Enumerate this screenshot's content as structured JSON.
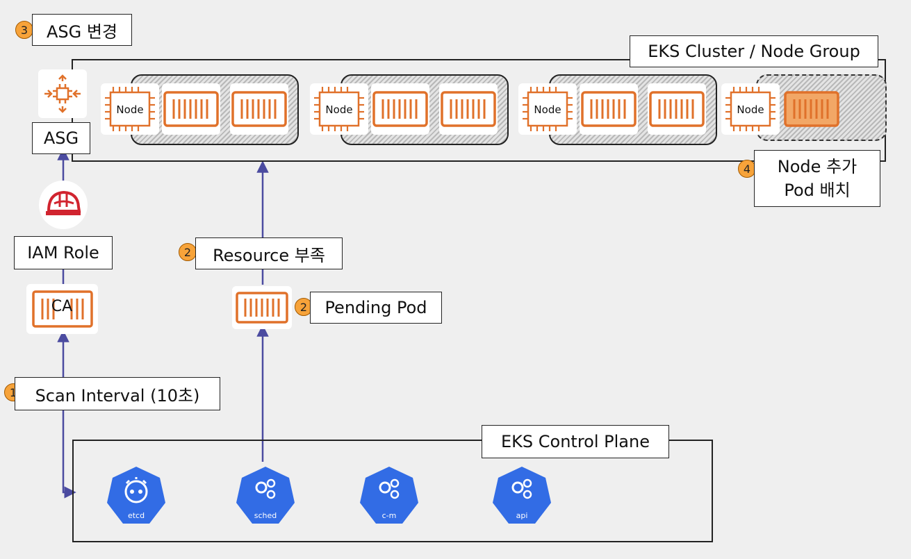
{
  "labels": {
    "asg_change": "ASG 변경",
    "asg": "ASG",
    "cluster_title": "EKS Cluster / Node Group",
    "add_node": [
      "Node 추가",
      "Pod 배치"
    ],
    "iam_role": "IAM Role",
    "ca": "CA",
    "resource_shortage": "Resource 부족",
    "pending_pod": "Pending Pod",
    "scan_interval": "Scan Interval (10초)",
    "control_plane": "EKS Control Plane"
  },
  "badges": {
    "asg_change": "3",
    "add_node": "4",
    "resource_shortage": "2",
    "pending_pod": "2",
    "scan_interval": "1"
  },
  "nodes": [
    "Node",
    "Node",
    "Node",
    "Node"
  ],
  "control_plane_components": [
    "etcd",
    "sched",
    "c-m",
    "api"
  ],
  "colors": {
    "aws_orange": "#e0712a",
    "k8s_blue": "#326ce5",
    "arrow": "#4b4ba0",
    "badge": "#f7a33a",
    "iam_red": "#d1242f"
  }
}
